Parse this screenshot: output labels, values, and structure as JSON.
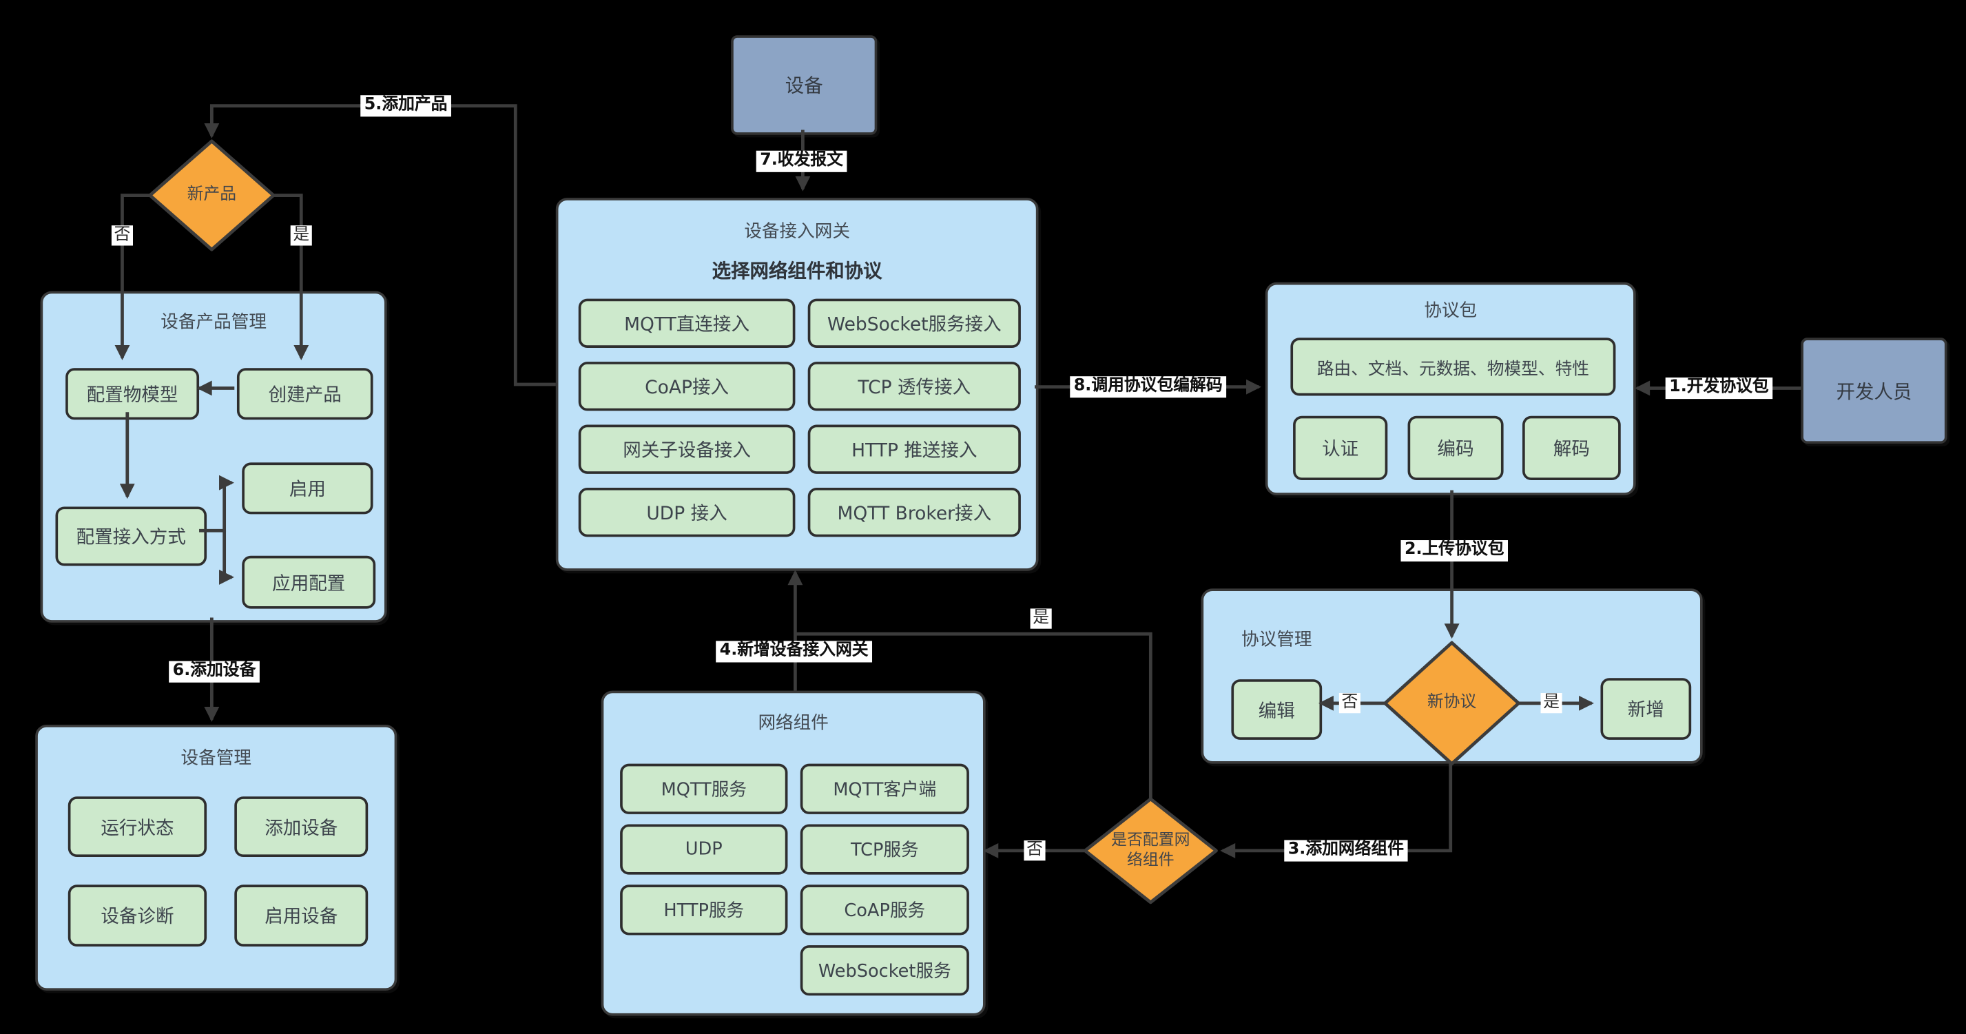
{
  "colors": {
    "background": "#000000",
    "container_fill": "#bee1f8",
    "container_border": "#3a3a3a",
    "button_fill": "#cde9cc",
    "button_border": "#2e2e2e",
    "diamond_fill": "#f7a63c",
    "actor_fill": "#8ca4c5",
    "line": "#3c3c3c",
    "label_bg": "#ffffff"
  },
  "nodes": {
    "device": {
      "label": "设备"
    },
    "developer": {
      "label": "开发人员"
    },
    "gateway": {
      "title": "设备接入网关",
      "subtitle": "选择网络组件和协议",
      "buttons": [
        "MQTT直连接入",
        "WebSocket服务接入",
        "CoAP接入",
        "TCP 透传接入",
        "网关子设备接入",
        "HTTP 推送接入",
        "UDP 接入",
        "MQTT Broker接入"
      ]
    },
    "product_mgmt": {
      "title": "设备产品管理",
      "buttons": [
        "配置物模型",
        "创建产品",
        "配置接入方式",
        "启用",
        "应用配置"
      ]
    },
    "device_mgmt": {
      "title": "设备管理",
      "buttons": [
        "运行状态",
        "添加设备",
        "设备诊断",
        "启用设备"
      ]
    },
    "protocol_pkg": {
      "title": "协议包",
      "wide_button": "路由、文档、元数据、物模型、特性",
      "buttons": [
        "认证",
        "编码",
        "解码"
      ]
    },
    "protocol_mgmt": {
      "title": "协议管理",
      "edit_button": "编辑",
      "add_button": "新增",
      "diamond": "新协议"
    },
    "network_comp": {
      "title": "网络组件",
      "buttons": [
        "MQTT服务",
        "MQTT客户端",
        "UDP",
        "TCP服务",
        "HTTP服务",
        "CoAP服务",
        "WebSocket服务"
      ]
    },
    "new_product_diamond": {
      "label": "新产品"
    },
    "config_network_diamond": {
      "line1": "是否配置网",
      "line2": "络组件"
    }
  },
  "steps": {
    "s1": "1.开发协议包",
    "s2": "2.上传协议包",
    "s3": "3.添加网络组件",
    "s4": "4.新增设备接入网关",
    "s5": "5.添加产品",
    "s6": "6.添加设备",
    "s7": "7.收发报文",
    "s8": "8.调用协议包编解码"
  },
  "labels": {
    "yes": "是",
    "no": "否"
  }
}
